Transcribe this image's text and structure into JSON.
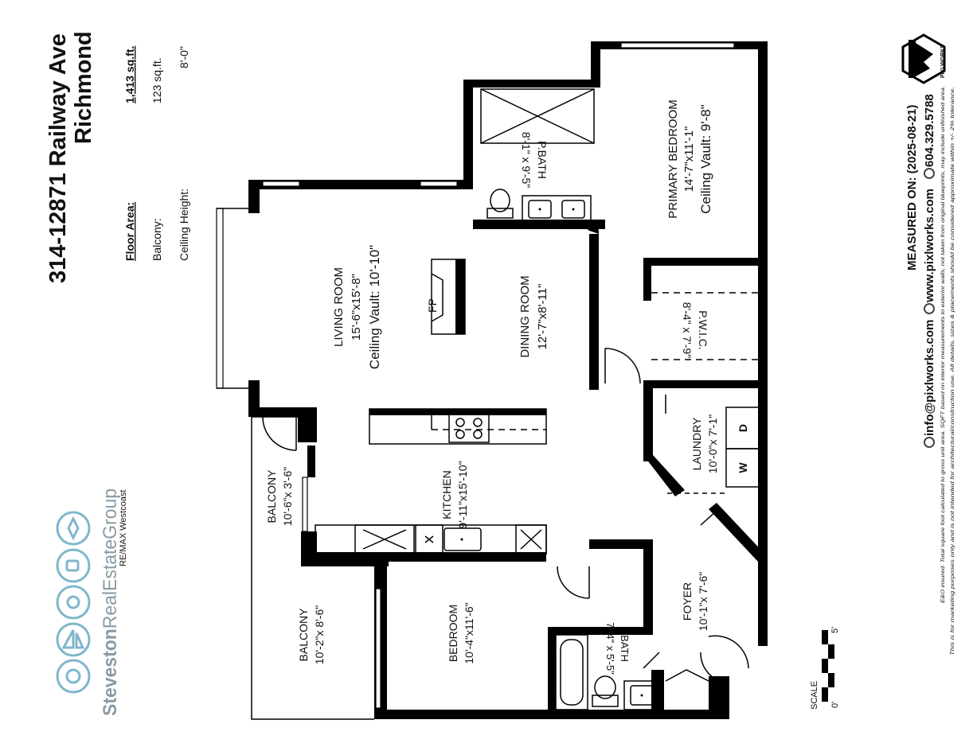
{
  "property": {
    "address": "314-12871 Railway Ave",
    "city": "Richmond"
  },
  "stats": {
    "floor_area_label": "Floor Area:",
    "floor_area_value": "1,413 sq.ft.",
    "balcony_label": "Balcony:",
    "balcony_value": "123 sq.ft.",
    "ceiling_label": "Ceiling Height:",
    "ceiling_value": "8'-0\""
  },
  "rooms": {
    "living": {
      "name": "LIVING ROOM",
      "dims": "15'-6\"x15'-8\"",
      "extra": "Ceiling Vault: 10'-10\""
    },
    "dining": {
      "name": "DINING ROOM",
      "dims": "12'-7\"x8'-11\""
    },
    "primary": {
      "name": "PRIMARY BEDROOM",
      "dims": "14'-7\"x11'-1\"",
      "extra": "Ceiling Vault: 9'-8\""
    },
    "pbath": {
      "name": "P.BATH",
      "dims": "8'-1\" x 9'-5\""
    },
    "pwic": {
      "name": "P.W.I.C.",
      "dims": "8'-4\" x 7'-9\""
    },
    "laundry": {
      "name": "LAUNDRY",
      "dims": "10'-0\"x 7'-1\""
    },
    "kitchen": {
      "name": "KITCHEN",
      "dims": "9'-11\"x15'-10\""
    },
    "balcony1": {
      "name": "BALCONY",
      "dims": "10'-6\"x 3'-6\""
    },
    "balcony2": {
      "name": "BALCONY",
      "dims": "10'-2\"x 8'-6\""
    },
    "bedroom": {
      "name": "BEDROOM",
      "dims": "10'-4\"x11'-6\""
    },
    "bath": {
      "name": "BATH",
      "dims": "7'-4\" x 5'-5\""
    },
    "foyer": {
      "name": "FOYER",
      "dims": "10'-1\"x 7'-6\""
    }
  },
  "fixtures": {
    "fireplace": "FP",
    "washer": "W",
    "dryer": "D"
  },
  "scale": {
    "label": "SCALE",
    "zero": "0'",
    "five": "5'"
  },
  "measured": {
    "date_line": "MEASURED ON: (2025-08-21)",
    "phone": "604.329.5788",
    "website": "www.pixlworks.com",
    "email": "info@pixlworks.com",
    "disclaimer_1": "E&O insured. Total square foot calculated to gross unit area. SQFT based on interior measurements to exterior walls, not taken from original blueprints, may include unfinished area.",
    "disclaimer_2": "This is for marketing purposes only and is not intended for architectural/construction use. All details, sizes & placements should be considered approximate within +/- 2% tolerance."
  },
  "logos": {
    "pixlworks": "PIXLWORKS",
    "brand_a": "Steveston",
    "brand_b": "RealEstateGroup",
    "brokerage": "RE/MAX Westcoast"
  }
}
